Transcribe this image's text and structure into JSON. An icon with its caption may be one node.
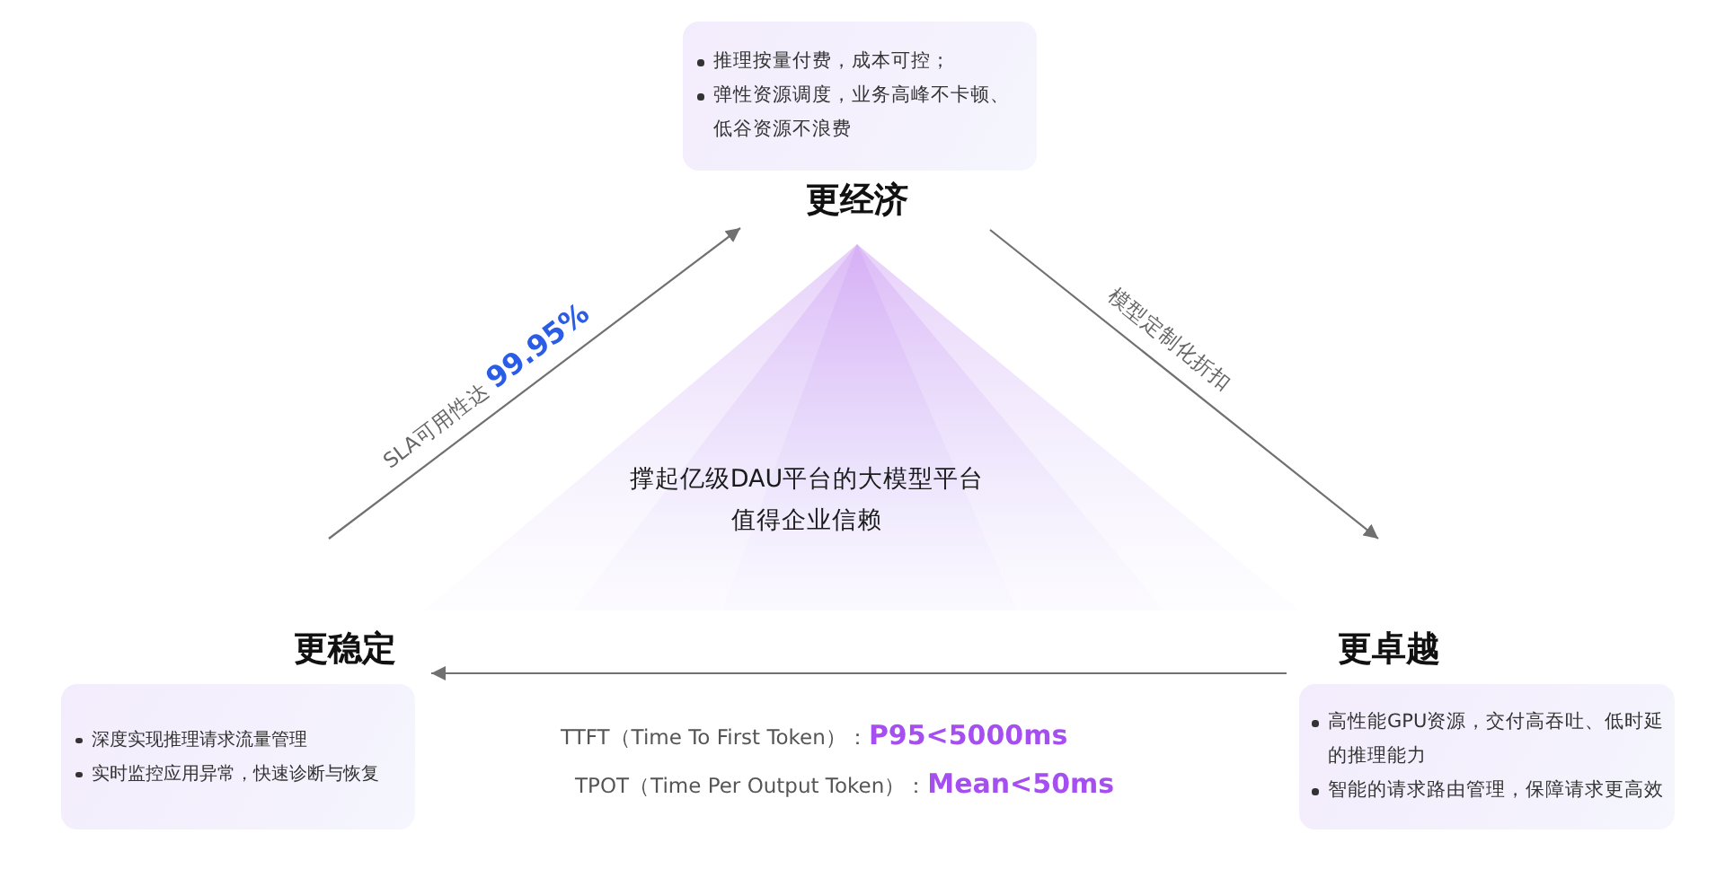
{
  "diagram": {
    "nodes": [
      {
        "text": [
          "推理按量付费，成本可控；",
          "弹性资源调度，业务高峰不卡顿、低谷资源不浪费",
          "更经济"
        ]
      },
      {
        "text": [
          "撑起亿级DAU平台的大模型平台",
          "值得企业信赖"
        ]
      },
      {
        "text": [
          "更稳定",
          "深度实现推理请求流量管理",
          "实时监控应用异常，快速诊断与恢复"
        ]
      },
      {
        "text": [
          "更卓越",
          "高性能GPU资源，交付高吞吐、低时延的推理能力",
          "智能的请求路由管理，保障请求更高效"
        ]
      }
    ],
    "edges": [
      {
        "from": 2,
        "to": 0,
        "arrow": "to",
        "label": "SLA可用性达 **99.95%**"
      },
      {
        "from": 0,
        "to": 3,
        "arrow": "to",
        "label": "模型定制化折扣"
      },
      {
        "from": 3,
        "to": 2,
        "arrow": "to"
      }
    ],
    "labels": [
      "TTFT（Time To First Token）：**P95<5000ms**",
      "TPOT（Time Per Output Token）：**Mean<50ms**"
    ]
  }
}
